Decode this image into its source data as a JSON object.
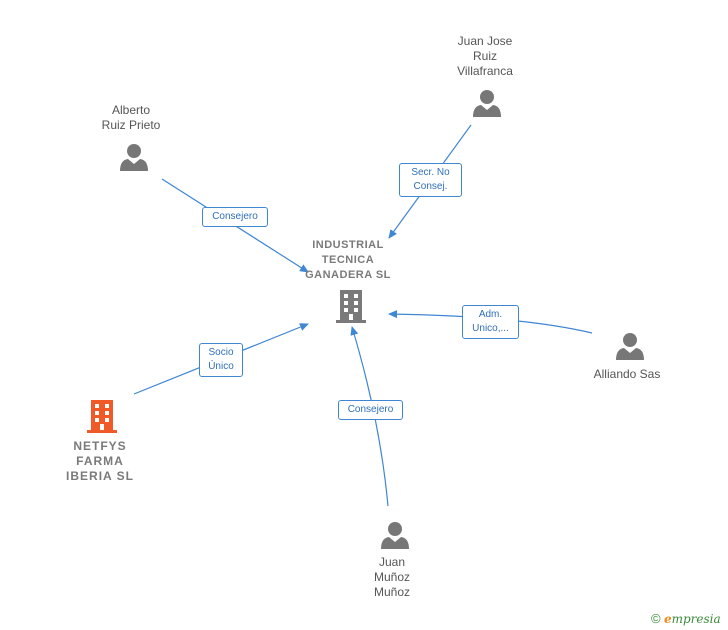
{
  "center": {
    "lines": [
      "INDUSTRIAL",
      "TECNICA",
      "GANADERA SL"
    ],
    "icon": "building-icon",
    "color": "#7a7a7a"
  },
  "companies": [
    {
      "lines": [
        "NETFYS",
        "FARMA",
        "IBERIA  SL"
      ],
      "icon": "building-icon",
      "color": "#f05a28"
    }
  ],
  "people": [
    {
      "lines": [
        "Juan Jose",
        "Ruiz",
        "Villafranca"
      ],
      "icon": "person-icon"
    },
    {
      "lines": [
        "Alberto",
        "Ruiz Prieto"
      ],
      "icon": "person-icon"
    },
    {
      "lines": [
        "Alliando Sas"
      ],
      "icon": "person-icon"
    },
    {
      "lines": [
        "Juan",
        "Muñoz",
        "Muñoz"
      ],
      "icon": "person-icon"
    }
  ],
  "edges": [
    {
      "lines": [
        "Secr.  No",
        "Consej."
      ]
    },
    {
      "lines": [
        "Consejero"
      ]
    },
    {
      "lines": [
        "Socio",
        "Único"
      ]
    },
    {
      "lines": [
        "Adm.",
        "Unico,..."
      ]
    },
    {
      "lines": [
        "Consejero"
      ]
    }
  ],
  "colors": {
    "edge": "#3f86d3",
    "person": "#777777",
    "building": "#7a7a7a",
    "building_highlight": "#f05a28"
  },
  "footer": {
    "copyright": "©",
    "brand_initial": "e",
    "brand_rest": "mpresia"
  }
}
